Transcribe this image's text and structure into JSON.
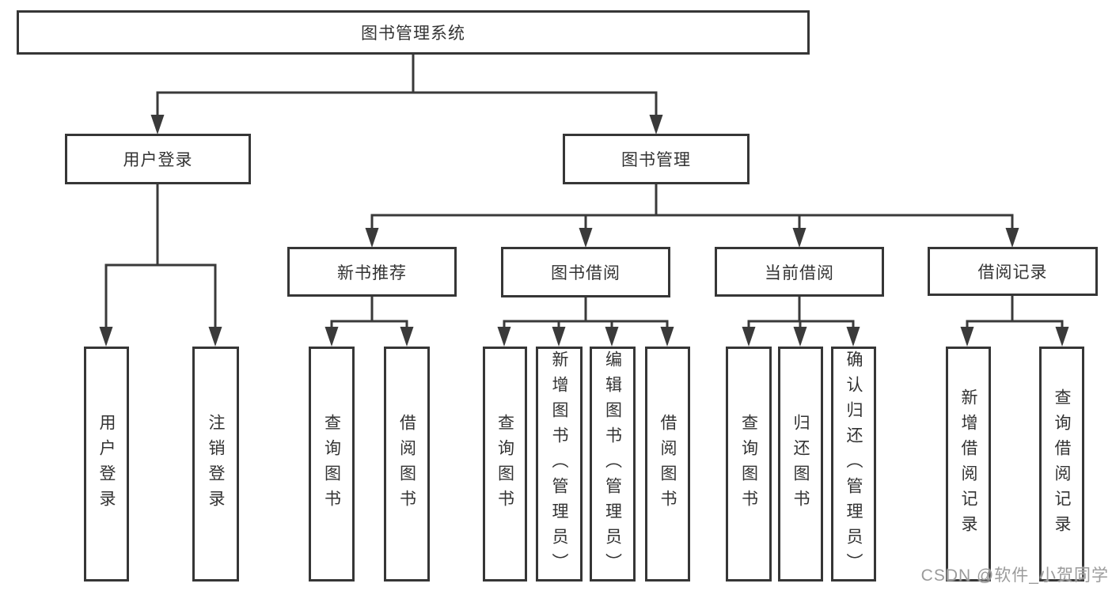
{
  "diagram": {
    "root": {
      "label": "图书管理系统"
    },
    "branches": [
      {
        "label": "用户登录",
        "leaves": [
          {
            "label": "用户登录"
          },
          {
            "label": "注销登录"
          }
        ]
      },
      {
        "label": "图书管理",
        "groups": [
          {
            "label": "新书推荐",
            "leaves": [
              {
                "label": "查询图书"
              },
              {
                "label": "借阅图书"
              }
            ]
          },
          {
            "label": "图书借阅",
            "leaves": [
              {
                "label": "查询图书"
              },
              {
                "label": "新增图书（管理员）"
              },
              {
                "label": "编辑图书（管理员）"
              },
              {
                "label": "借阅图书"
              }
            ]
          },
          {
            "label": "当前借阅",
            "leaves": [
              {
                "label": "查询图书"
              },
              {
                "label": "归还图书"
              },
              {
                "label": "确认归还（管理员）"
              }
            ]
          },
          {
            "label": "借阅记录",
            "leaves": [
              {
                "label": "新增借阅记录"
              },
              {
                "label": "查询借阅记录"
              }
            ]
          }
        ]
      }
    ]
  },
  "watermark": {
    "text": "CSDN @软件_小贺同学"
  },
  "colors": {
    "line": "#3a3a3a",
    "box_border": "#363636",
    "text": "#333333",
    "box_background": "#ffffff",
    "page_background": "#ffffff",
    "watermark": "#9b9b9b"
  }
}
